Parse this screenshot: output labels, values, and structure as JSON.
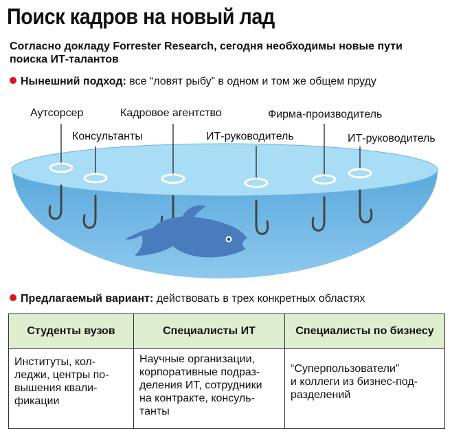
{
  "title": "Поиск кадров на новый лад",
  "subtitle": "Согласно докладу Forrester Research, сегодня необходимы новые пути поиска ИТ-талантов",
  "current": {
    "label": "Нынешний подход:",
    "text": " все “ловят рыбу” в одном и том же общем пруду"
  },
  "diagram": {
    "labels": [
      "Аутсорсер",
      "Консультанты",
      "Кадровое агентство",
      "ИТ-руководитель",
      "Фирма-производитель",
      "ИТ-руководитель"
    ]
  },
  "proposed": {
    "label": "Предлагаемый вариант:",
    "text": " действовать в трех конкретных областях"
  },
  "table": {
    "headers": [
      "Студенты вузов",
      "Специалисты ИТ",
      "Специалисты по бизнесу"
    ],
    "cells": [
      "Институты, кол-\nледжи, центры по-\nвышения квали-\nфикации",
      "Научные организации,\nкорпоративные подраз-\nделения ИТ, сотрудники\nна контракте, консуль-\nтанты",
      "“Суперпользователи”\nи коллеги из бизнес-под-\nразделений"
    ]
  },
  "colors": {
    "water_top": "#a9dcf5",
    "water_body": "#6cb4e3",
    "fish": "#4a7bbd",
    "table_header": "#dfeecf",
    "bullet": "#e0141c"
  }
}
